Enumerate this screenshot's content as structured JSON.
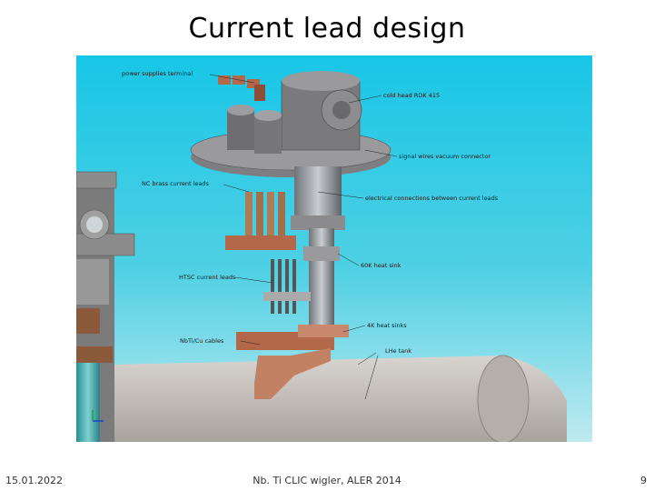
{
  "slide": {
    "title": "Current lead design",
    "footer_date": "15.01.2022",
    "footer_center": "Nb. Ti CLIC wigler, ALER 2014",
    "page_number": "9"
  },
  "figure": {
    "labels": {
      "power_supplies_terminal": "power supplies terminal",
      "cold_head": "cold head RDK 415",
      "signal_wires": "signal wires vacuum connector",
      "nc_brass": "NC brass current leads",
      "electrical_connections": "electrical connections between current leads",
      "heat_sink_60k": "60K heat sink",
      "htsc": "HTSC current leads",
      "heat_sinks_4k": "4K heat sinks",
      "nbti_cables": "NbTi/Cu cables",
      "lhe_tank": "LHe tank"
    }
  }
}
